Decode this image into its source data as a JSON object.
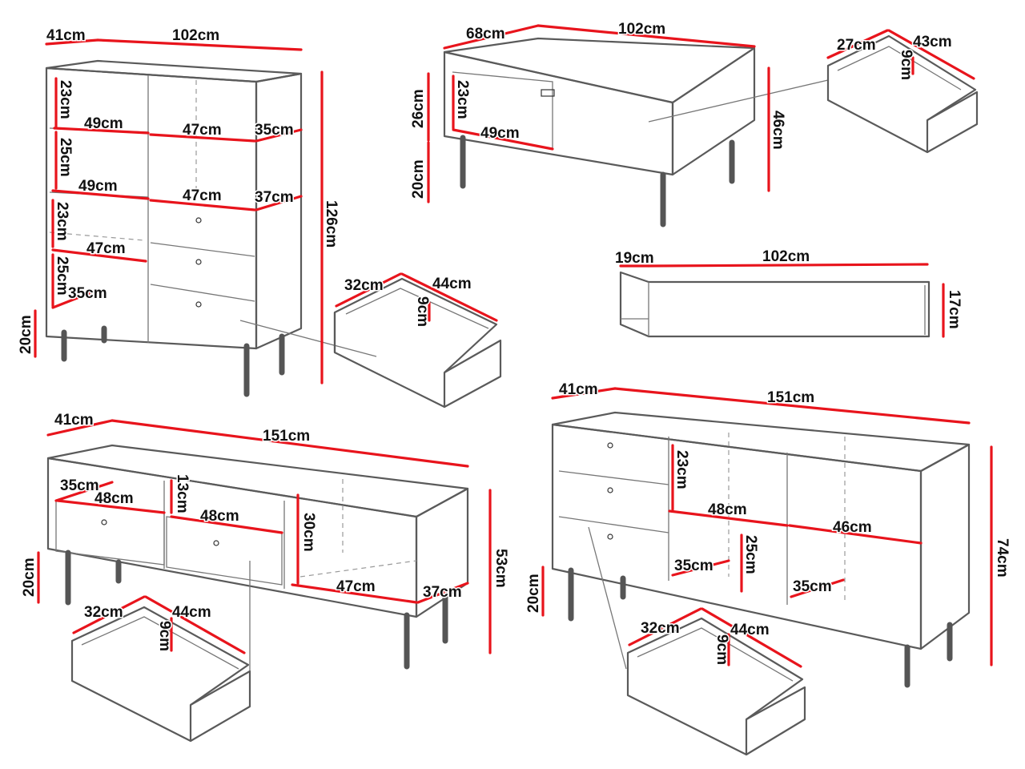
{
  "highboard": {
    "depth": "41cm",
    "width": "102cm",
    "height": "126cm",
    "legs": "20cm",
    "shelf1_h": "23cm",
    "shelf1_w": "49cm",
    "shelf1_w2": "47cm",
    "shelf1_d": "35cm",
    "shelf2_h": "25cm",
    "shelf2_w": "49cm",
    "shelf2_w2": "47cm",
    "shelf2_d": "37cm",
    "shelf3_h": "23cm",
    "shelf3_w": "47cm",
    "shelf4_h": "25cm",
    "shelf4_d": "35cm"
  },
  "highboard_drawer": {
    "depth": "32cm",
    "width": "44cm",
    "height": "9cm"
  },
  "coffee_table": {
    "depth": "68cm",
    "width": "102cm",
    "top_h": "26cm",
    "inner_h": "23cm",
    "inner_w": "49cm",
    "legs": "20cm",
    "height": "46cm"
  },
  "coffee_table_drawer": {
    "depth": "27cm",
    "width": "43cm",
    "height": "9cm"
  },
  "wall_shelf": {
    "depth": "19cm",
    "width": "102cm",
    "height": "17cm"
  },
  "tv_unit": {
    "depth": "41cm",
    "width": "151cm",
    "height": "53cm",
    "legs": "20cm",
    "shelf_d": "35cm",
    "shelf_w": "48cm",
    "niche_h": "13cm",
    "niche_w": "48cm",
    "compartment_h": "30cm",
    "compartment_w": "47cm",
    "compartment_d": "37cm"
  },
  "tv_unit_drawer": {
    "depth": "32cm",
    "width": "44cm",
    "height": "9cm"
  },
  "sideboard": {
    "depth": "41cm",
    "width": "151cm",
    "height": "74cm",
    "legs": "20cm",
    "upper_h": "23cm",
    "upper_w": "48cm",
    "upper_w2": "46cm",
    "lower_h": "25cm",
    "lower_d": "35cm",
    "lower_d2": "35cm"
  },
  "sideboard_drawer": {
    "depth": "32cm",
    "width": "44cm",
    "height": "9cm"
  }
}
